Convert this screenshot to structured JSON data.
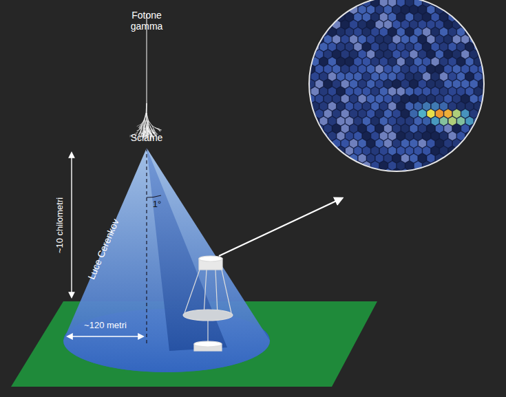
{
  "diagram": {
    "labels": [
      "Fotone gamma",
      "Sciame",
      "~10 chilometri",
      "Luce Cerenkov",
      "~120 metri",
      "1°"
    ]
  }
}
